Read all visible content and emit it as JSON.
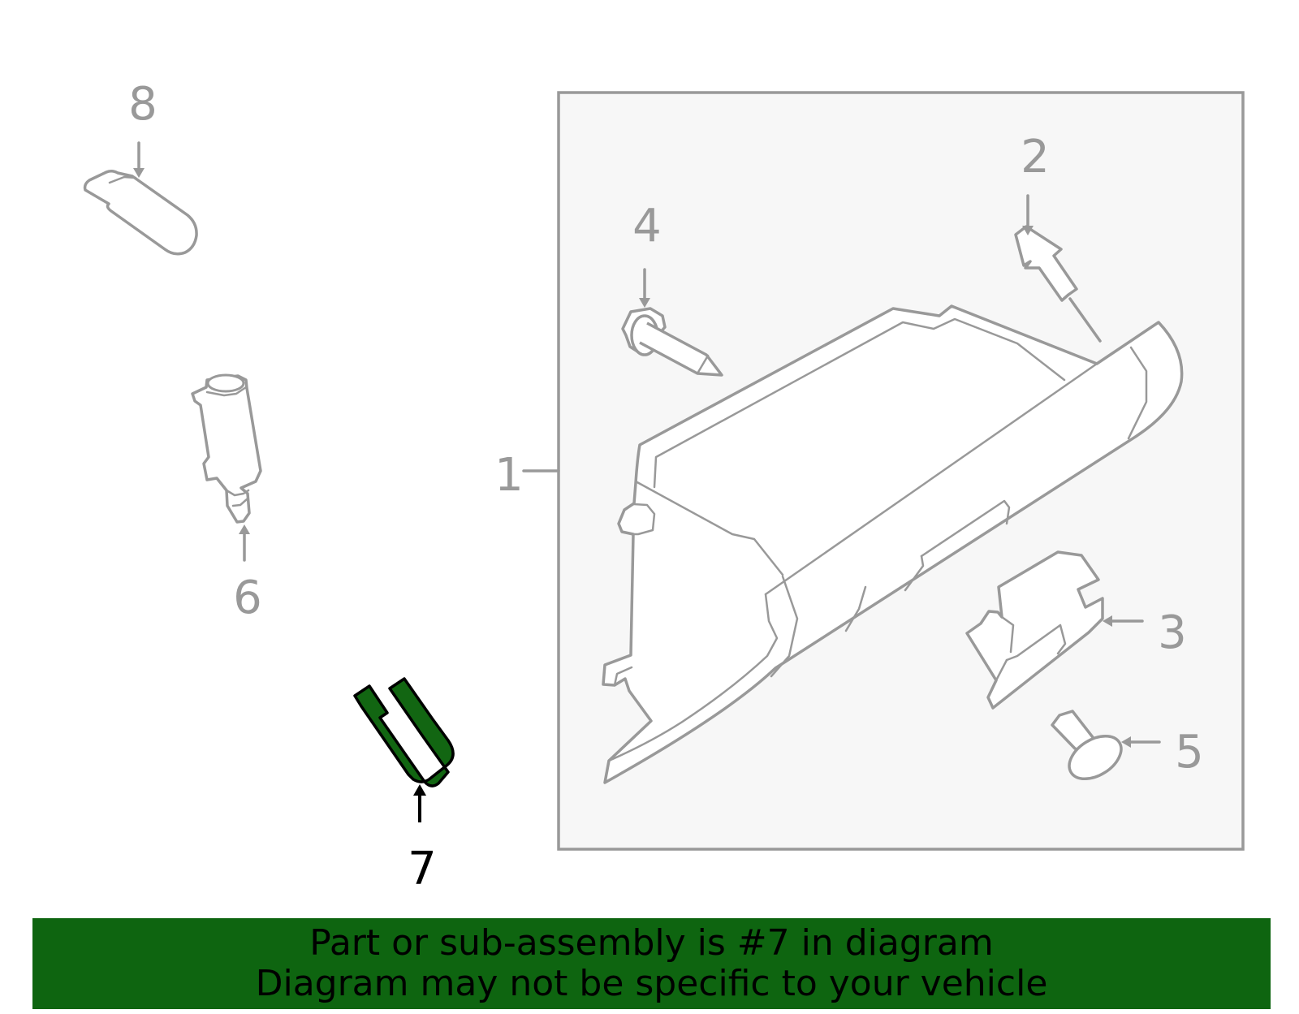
{
  "callouts": {
    "c1": "1",
    "c2": "2",
    "c3": "3",
    "c4": "4",
    "c5": "5",
    "c6": "6",
    "c7": "7",
    "c8": "8"
  },
  "highlighted_part": "7",
  "colors": {
    "line": "#999999",
    "assembly_box_fill": "#f7f7f7",
    "highlight_fill": "#126612",
    "highlight_outline": "#000000",
    "banner_bg": "#0e6510",
    "banner_text": "#000000"
  },
  "banner": {
    "line1": "Part or sub-assembly is #7 in diagram",
    "line2": "Diagram may not be specific to your vehicle"
  }
}
